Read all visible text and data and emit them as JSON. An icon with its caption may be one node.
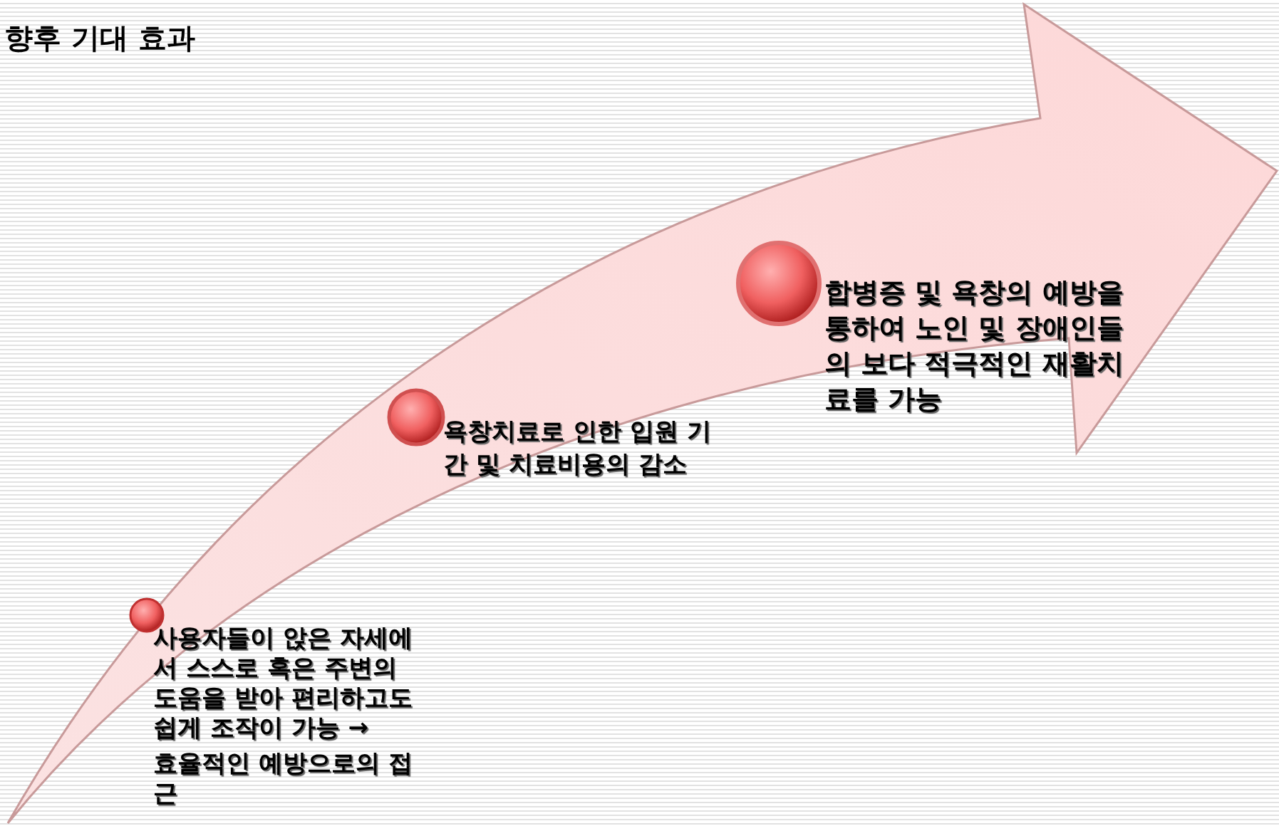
{
  "diagram": {
    "title": "향후 기대 효과",
    "labels": [
      "사용자들이 앉은 자세에서 스스로 혹은 주변의 도움을 받아 편리하고도 쉽게 조작이 가능 →",
      "효율적인 예방으로의 접근",
      "욕창치료로 인한 입원 기간 및 치료비용의 감소",
      "합병증 및 욕창의 예방을 통하여 노인 및 장애인들의 보다 적극적인 재활치료를 가능"
    ]
  }
}
